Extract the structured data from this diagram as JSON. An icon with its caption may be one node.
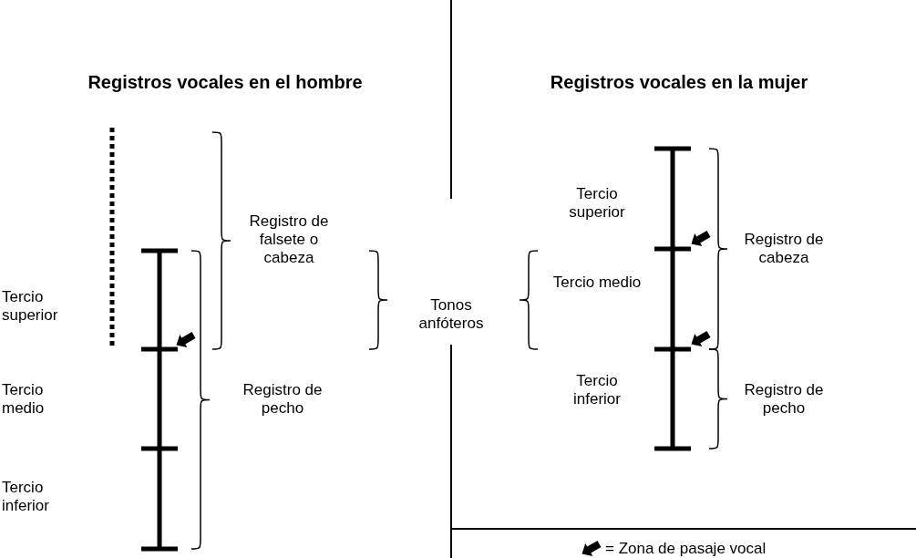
{
  "diagram": {
    "labels": [
      "Registros vocales en el hombre",
      "Registros vocales en la mujer",
      "Registro de falsete o cabeza",
      "Tercio superior",
      "Registro de pecho",
      "Tercio medio",
      "Tercio inferior",
      "Tonos anfóteros",
      "Tercio superior",
      "Tercio medio",
      "Tercio inferior",
      "Registro de cabeza",
      "Registro de pecho"
    ],
    "legend": [
      {
        "text": "= Zona de pasaje vocal"
      }
    ]
  }
}
